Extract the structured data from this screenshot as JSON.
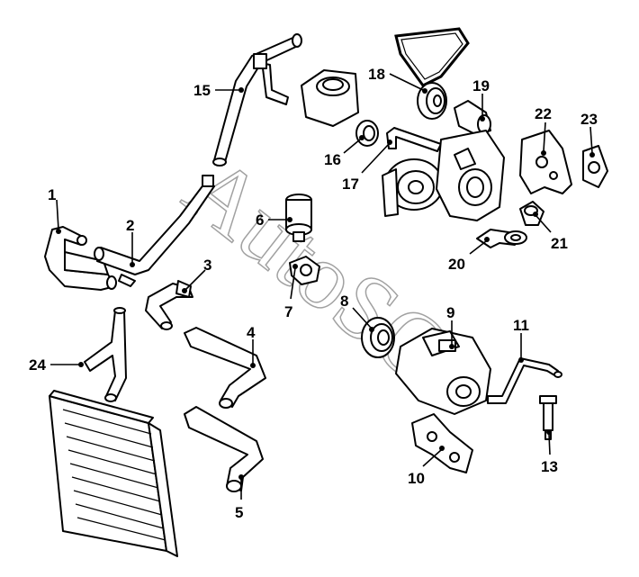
{
  "watermark": {
    "text": "AutoSO"
  },
  "callouts": [
    {
      "id": "1",
      "label": "1"
    },
    {
      "id": "2",
      "label": "2"
    },
    {
      "id": "3",
      "label": "3"
    },
    {
      "id": "4",
      "label": "4"
    },
    {
      "id": "5",
      "label": "5"
    },
    {
      "id": "6",
      "label": "6"
    },
    {
      "id": "7",
      "label": "7"
    },
    {
      "id": "8",
      "label": "8"
    },
    {
      "id": "9",
      "label": "9"
    },
    {
      "id": "10",
      "label": "10"
    },
    {
      "id": "11",
      "label": "11"
    },
    {
      "id": "13",
      "label": "13"
    },
    {
      "id": "15",
      "label": "15"
    },
    {
      "id": "16",
      "label": "16"
    },
    {
      "id": "17",
      "label": "17"
    },
    {
      "id": "18",
      "label": "18"
    },
    {
      "id": "19",
      "label": "19"
    },
    {
      "id": "20",
      "label": "20"
    },
    {
      "id": "21",
      "label": "21"
    },
    {
      "id": "22",
      "label": "22"
    },
    {
      "id": "23",
      "label": "23"
    },
    {
      "id": "24",
      "label": "24"
    }
  ]
}
